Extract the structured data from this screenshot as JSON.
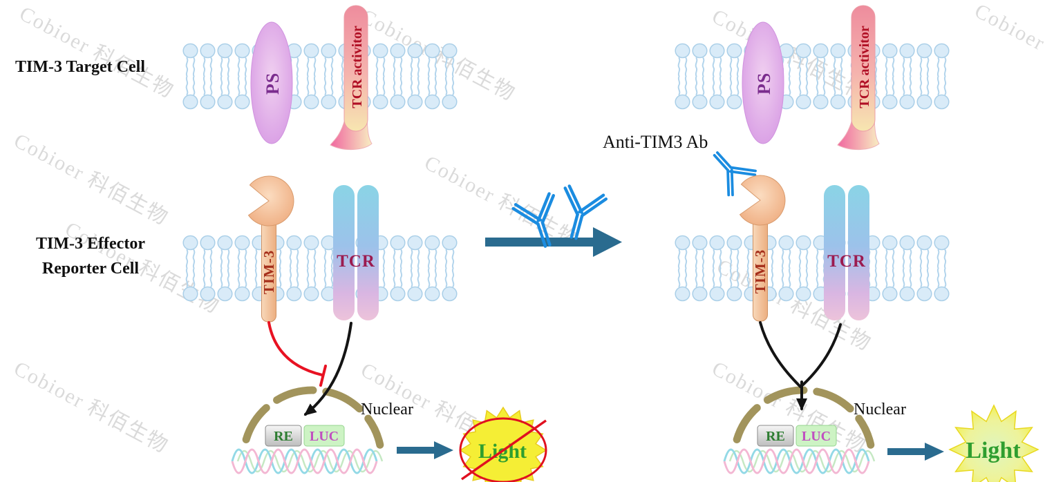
{
  "figure": {
    "watermark_text": "Cobioer 科佰生物"
  },
  "left": {
    "target_cell_label": "TIM-3 Target Cell",
    "effector_line1": "TIM-3 Effector",
    "effector_line2": "Reporter Cell",
    "ps": "PS",
    "tcr_activator": "TCR activitor",
    "tim3": "TIM-3",
    "tcr": "TCR",
    "nuclear": "Nuclear",
    "re": "RE",
    "luc": "LUC",
    "light": "Light"
  },
  "right": {
    "anti_tim3_ab": "Anti-TIM3 Ab",
    "ps": "PS",
    "tcr_activator": "TCR activitor",
    "tim3": "TIM-3",
    "tcr": "TCR",
    "nuclear": "Nuclear",
    "re": "RE",
    "luc": "LUC",
    "light": "Light"
  },
  "colors": {
    "membrane_head": "#d9ebf8",
    "membrane_stroke": "#b2d4ec",
    "antibody_blue": "#1b8ce0",
    "arrow_teal": "#2a6b8f",
    "inhibition_red": "#e81222",
    "nucleus_tan": "#a2945c",
    "star_yellow": "#f5ee35",
    "light_text_green": "#2f9e2f",
    "ps_purple": "#7b2d8e",
    "tcr_label_maroon": "#9b1b50",
    "tim3_label_red": "#a52e1a",
    "activator_label_red": "#b01025",
    "re_green": "#2e7d32",
    "luc_magenta": "#c050c0"
  }
}
